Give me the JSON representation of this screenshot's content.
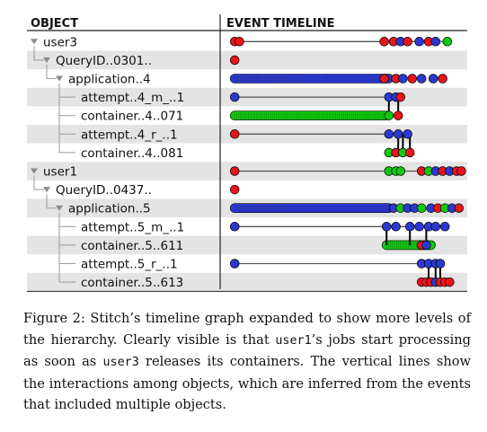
{
  "figure": {
    "headers": {
      "object": "OBJECT",
      "timeline": "EVENT TIMELINE"
    },
    "colors": {
      "red": "#e8141c",
      "blue": "#2b39d1",
      "green": "#11c811",
      "line": "#555555",
      "stripe": "#e4e4e4",
      "border": "#222222",
      "tree": "#9a9a9a"
    },
    "rows": [
      {
        "label": "user3",
        "depth": 0,
        "expander": true,
        "line": [
          0.04,
          0.93
        ],
        "events": [
          {
            "t": 0.02,
            "c": "red"
          },
          {
            "t": 0.04,
            "c": "red"
          },
          {
            "t": 0.66,
            "c": "red"
          },
          {
            "t": 0.7,
            "c": "red"
          },
          {
            "t": 0.73,
            "c": "blue"
          },
          {
            "t": 0.76,
            "c": "red"
          },
          {
            "t": 0.81,
            "c": "blue"
          },
          {
            "t": 0.85,
            "c": "red"
          },
          {
            "t": 0.88,
            "c": "blue"
          },
          {
            "t": 0.93,
            "c": "green"
          }
        ]
      },
      {
        "label": "QueryID..0301..",
        "depth": 1,
        "expander": true,
        "line": null,
        "events": [
          {
            "t": 0.02,
            "c": "red"
          }
        ]
      },
      {
        "label": "application..4",
        "depth": 2,
        "expander": true,
        "events": [
          {
            "t": 0.66,
            "c": "red"
          },
          {
            "t": 0.71,
            "c": "red"
          },
          {
            "t": 0.74,
            "c": "blue"
          },
          {
            "t": 0.78,
            "c": "red"
          },
          {
            "t": 0.82,
            "c": "blue"
          },
          {
            "t": 0.87,
            "c": "blue"
          },
          {
            "t": 0.91,
            "c": "red"
          }
        ],
        "band": {
          "range": [
            0.02,
            0.68
          ],
          "c": "blue"
        }
      },
      {
        "label": "attempt..4_m_..1",
        "depth": 3,
        "expander": false,
        "line": [
          0.02,
          0.72
        ],
        "events": [
          {
            "t": 0.02,
            "c": "blue"
          },
          {
            "t": 0.68,
            "c": "blue"
          },
          {
            "t": 0.71,
            "c": "blue"
          },
          {
            "t": 0.73,
            "c": "red"
          }
        ]
      },
      {
        "label": "container..4..071",
        "depth": 3,
        "expander": false,
        "events": [
          {
            "t": 0.68,
            "c": "green"
          },
          {
            "t": 0.72,
            "c": "red"
          }
        ],
        "band": {
          "range": [
            0.02,
            0.67
          ],
          "c": "green"
        }
      },
      {
        "label": "attempt..4_r_..1",
        "depth": 3,
        "expander": false,
        "line": [
          0.02,
          0.7
        ],
        "events": [
          {
            "t": 0.02,
            "c": "red"
          },
          {
            "t": 0.68,
            "c": "blue"
          },
          {
            "t": 0.72,
            "c": "blue"
          },
          {
            "t": 0.76,
            "c": "blue"
          }
        ]
      },
      {
        "label": "container..4..081",
        "depth": 3,
        "expander": false,
        "line": null,
        "events": [
          {
            "t": 0.68,
            "c": "green"
          },
          {
            "t": 0.71,
            "c": "red"
          },
          {
            "t": 0.74,
            "c": "green"
          },
          {
            "t": 0.77,
            "c": "red"
          }
        ]
      },
      {
        "label": "user1",
        "depth": 0,
        "expander": true,
        "line": [
          0.02,
          0.99
        ],
        "events": [
          {
            "t": 0.02,
            "c": "red"
          },
          {
            "t": 0.68,
            "c": "green"
          },
          {
            "t": 0.71,
            "c": "green"
          },
          {
            "t": 0.73,
            "c": "green"
          },
          {
            "t": 0.82,
            "c": "red"
          },
          {
            "t": 0.85,
            "c": "green"
          },
          {
            "t": 0.88,
            "c": "blue"
          },
          {
            "t": 0.91,
            "c": "red"
          },
          {
            "t": 0.94,
            "c": "blue"
          },
          {
            "t": 0.97,
            "c": "red"
          },
          {
            "t": 0.99,
            "c": "red"
          }
        ]
      },
      {
        "label": "QueryID..0437..",
        "depth": 1,
        "expander": true,
        "line": null,
        "events": [
          {
            "t": 0.02,
            "c": "red"
          }
        ]
      },
      {
        "label": "application..5",
        "depth": 2,
        "expander": true,
        "events": [
          {
            "t": 0.7,
            "c": "blue"
          },
          {
            "t": 0.73,
            "c": "green"
          },
          {
            "t": 0.76,
            "c": "blue"
          },
          {
            "t": 0.79,
            "c": "blue"
          },
          {
            "t": 0.82,
            "c": "green"
          },
          {
            "t": 0.86,
            "c": "blue"
          },
          {
            "t": 0.89,
            "c": "red"
          },
          {
            "t": 0.92,
            "c": "green"
          },
          {
            "t": 0.95,
            "c": "blue"
          },
          {
            "t": 0.98,
            "c": "red"
          }
        ],
        "band": {
          "range": [
            0.02,
            0.68
          ],
          "c": "blue"
        }
      },
      {
        "label": "attempt..5_m_..1",
        "depth": 3,
        "expander": false,
        "line": [
          0.02,
          0.92
        ],
        "events": [
          {
            "t": 0.02,
            "c": "blue"
          },
          {
            "t": 0.67,
            "c": "blue"
          },
          {
            "t": 0.71,
            "c": "blue"
          },
          {
            "t": 0.77,
            "c": "blue"
          },
          {
            "t": 0.81,
            "c": "blue"
          },
          {
            "t": 0.85,
            "c": "blue"
          },
          {
            "t": 0.88,
            "c": "blue"
          },
          {
            "t": 0.92,
            "c": "blue"
          }
        ]
      },
      {
        "label": "container..5..611",
        "depth": 3,
        "expander": false,
        "line": null,
        "events": [
          {
            "t": 0.82,
            "c": "red"
          },
          {
            "t": 0.84,
            "c": "blue"
          }
        ],
        "band": {
          "range": [
            0.67,
            0.86
          ],
          "c": "green"
        }
      },
      {
        "label": "attempt..5_r_..1",
        "depth": 3,
        "expander": false,
        "line": [
          0.02,
          0.88
        ],
        "events": [
          {
            "t": 0.02,
            "c": "blue"
          },
          {
            "t": 0.82,
            "c": "blue"
          },
          {
            "t": 0.85,
            "c": "blue"
          },
          {
            "t": 0.88,
            "c": "blue"
          },
          {
            "t": 0.9,
            "c": "blue"
          }
        ]
      },
      {
        "label": "container..5..613",
        "depth": 3,
        "expander": false,
        "line": null,
        "events": [
          {
            "t": 0.82,
            "c": "red"
          },
          {
            "t": 0.84,
            "c": "red"
          },
          {
            "t": 0.86,
            "c": "red"
          },
          {
            "t": 0.88,
            "c": "blue"
          },
          {
            "t": 0.9,
            "c": "red"
          },
          {
            "t": 0.92,
            "c": "red"
          },
          {
            "t": 0.94,
            "c": "red"
          }
        ]
      }
    ],
    "links": [
      {
        "t": 0.68,
        "rows": [
          3,
          4
        ]
      },
      {
        "t": 0.72,
        "rows": [
          3,
          4
        ]
      },
      {
        "t": 0.72,
        "rows": [
          5,
          6
        ]
      },
      {
        "t": 0.74,
        "rows": [
          5,
          6
        ]
      },
      {
        "t": 0.77,
        "rows": [
          5,
          6
        ]
      },
      {
        "t": 0.67,
        "rows": [
          10,
          11
        ]
      },
      {
        "t": 0.77,
        "rows": [
          10,
          11
        ]
      },
      {
        "t": 0.84,
        "rows": [
          10,
          11
        ]
      },
      {
        "t": 0.85,
        "rows": [
          12,
          13
        ]
      },
      {
        "t": 0.88,
        "rows": [
          12,
          13
        ]
      },
      {
        "t": 0.9,
        "rows": [
          12,
          13
        ]
      }
    ]
  },
  "caption": {
    "prefix": "Figure 2:",
    "p1": " Stitch’s timeline graph expanded to show more levels of the hierarchy. Clearly visible is that ",
    "code1": "user1",
    "p2": "’s jobs start processing as soon as ",
    "code2": "user3",
    "p3": " releases its containers. The vertical lines show the interactions among objects, which are inferred from the events that included multiple objects."
  }
}
